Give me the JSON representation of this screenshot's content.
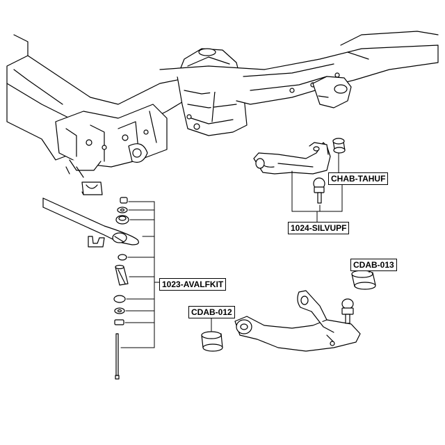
{
  "labels": {
    "chab_tahuf": "CHAB-TAHUF",
    "silvupf": "1024-SILVUPF",
    "cdab_013": "CDAB-013",
    "cdab_012": "CDAB-012",
    "avalfkit": "1023-AVALFKIT"
  },
  "colors": {
    "line": "#000000",
    "background": "#ffffff",
    "part_fill": "#ffffff"
  }
}
